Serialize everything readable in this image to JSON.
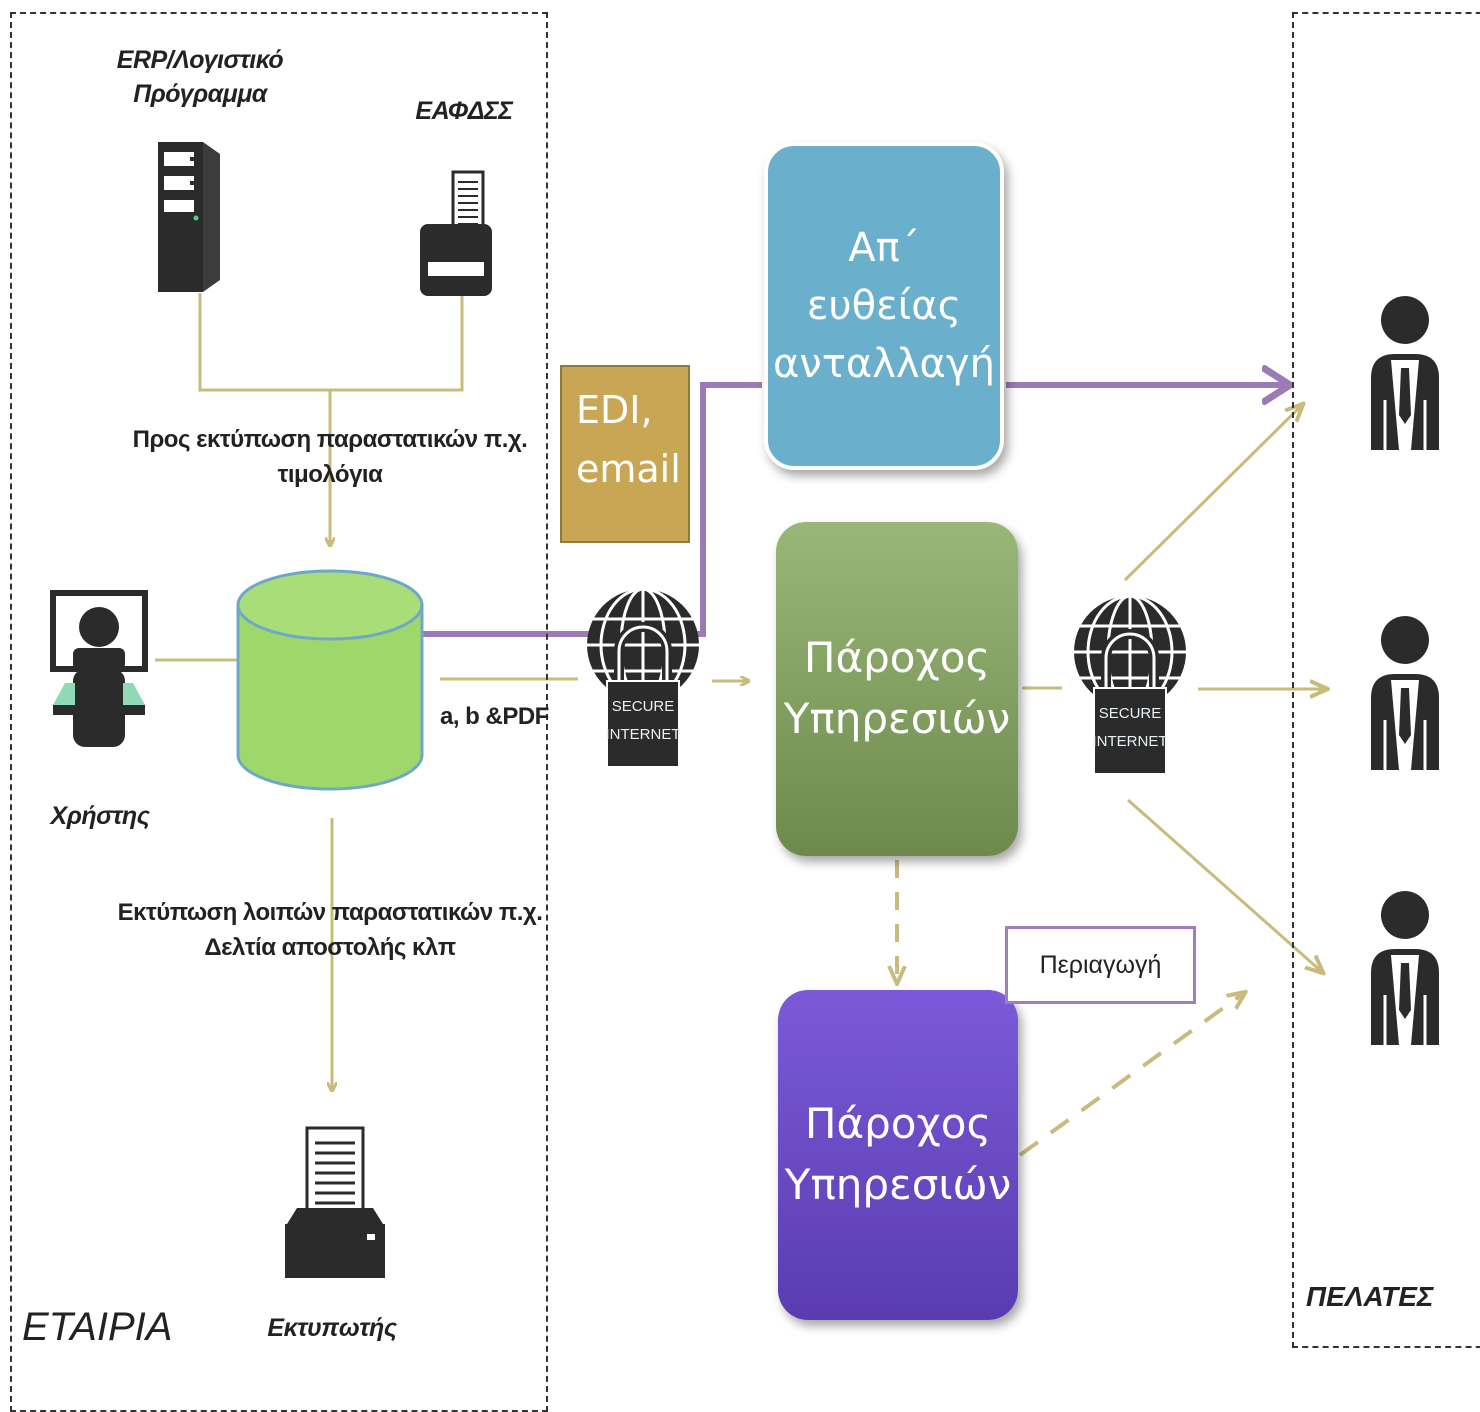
{
  "company": {
    "region_label": "ΕΤΑΙΡΙΑ",
    "erp_label": "ERP/Λογιστικό\nΠρόγραμμα",
    "eafdss_label": "ΕΑΦΔΣΣ",
    "print_invoices_note": "Προς εκτύπωση παραστατικών π.χ.\nτιμολόγια",
    "user_label": "Χρήστης",
    "abpdf_label": "a, b &PDF",
    "print_other_note": "Εκτύπωση λοιπών παραστατικών π.χ.\nΔελτία αποστολής κλπ",
    "printer_label": "Εκτυπωτής"
  },
  "middle": {
    "edi_label": "EDI,\nemail",
    "direct_exchange_label": "Απ΄ ευθείας\nανταλλαγή",
    "provider_label": "Πάροχος\nΥπηρεσιών",
    "provider2_label": "Πάροχος\nΥπηρεσιών",
    "roaming_label": "Περιαγωγή",
    "secure_internet_label": [
      "SECURE",
      "INTERNET"
    ]
  },
  "customers": {
    "region_label": "ΠΕΛΑΤΕΣ"
  },
  "colors": {
    "direct_box": "#6aafcb",
    "provider_box": "#7d9a5c",
    "provider2_box": "#6a4bc8",
    "edi_box": "#c8a654",
    "purple_line": "#9b7ab5",
    "olive_line": "#c9bb7c",
    "database": "#9fd86a"
  }
}
